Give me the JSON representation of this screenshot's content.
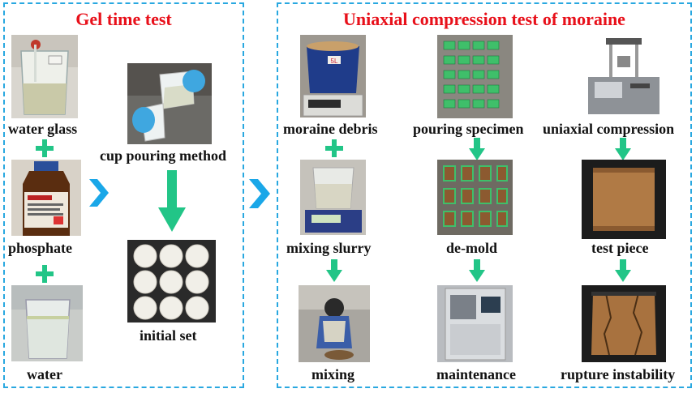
{
  "colors": {
    "title_red": "#e8101a",
    "panel_border": "#29a8e0",
    "arrow_green": "#22c587",
    "chevron_blue": "#1aa7e8"
  },
  "gel_panel": {
    "title": "Gel time test",
    "items": {
      "water_glass": "water glass",
      "phosphate": "phosphate",
      "water": "water",
      "cup_pouring": "cup pouring method",
      "initial_set": "initial set"
    },
    "icons": {
      "plus": "plus-icon",
      "arrow": "green-arrow-down-icon",
      "chevron": "blue-chevron-right-icon"
    }
  },
  "moraine_panel": {
    "title": "Uniaxial compression test of moraine",
    "columns": [
      {
        "steps": [
          "moraine debris",
          "mixing slurry",
          "mixing"
        ]
      },
      {
        "steps": [
          "pouring specimen",
          "de-mold",
          "maintenance"
        ]
      },
      {
        "steps": [
          "uniaxial compression",
          "test piece",
          "rupture instability"
        ]
      }
    ],
    "photo_labels": {
      "bucket_tag": "5L"
    }
  }
}
